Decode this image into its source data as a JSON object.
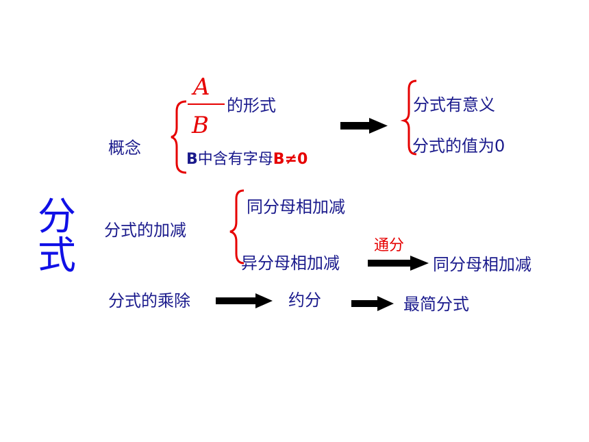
{
  "title": "分式",
  "concept": {
    "label": "概念",
    "fraction_numerator": "A",
    "fraction_denominator": "B",
    "form_text": "的形式",
    "condition_prefix": "B",
    "condition_mid": "中含有字母",
    "condition_suffix": "B≠0",
    "result_meaningful": "分式有意义",
    "result_zero": "分式的值为0"
  },
  "add_sub": {
    "label": "分式的加减",
    "same_denominator": "同分母相加减",
    "diff_denominator": "异分母相加减",
    "arrow_label": "通分",
    "result": "同分母相加减"
  },
  "mul_div": {
    "label": "分式的乘除",
    "step": "约分",
    "result": "最简分式"
  },
  "colors": {
    "text": "#1a1a8c",
    "title": "#1010e6",
    "accent": "#e60000",
    "arrow": "#000000"
  }
}
